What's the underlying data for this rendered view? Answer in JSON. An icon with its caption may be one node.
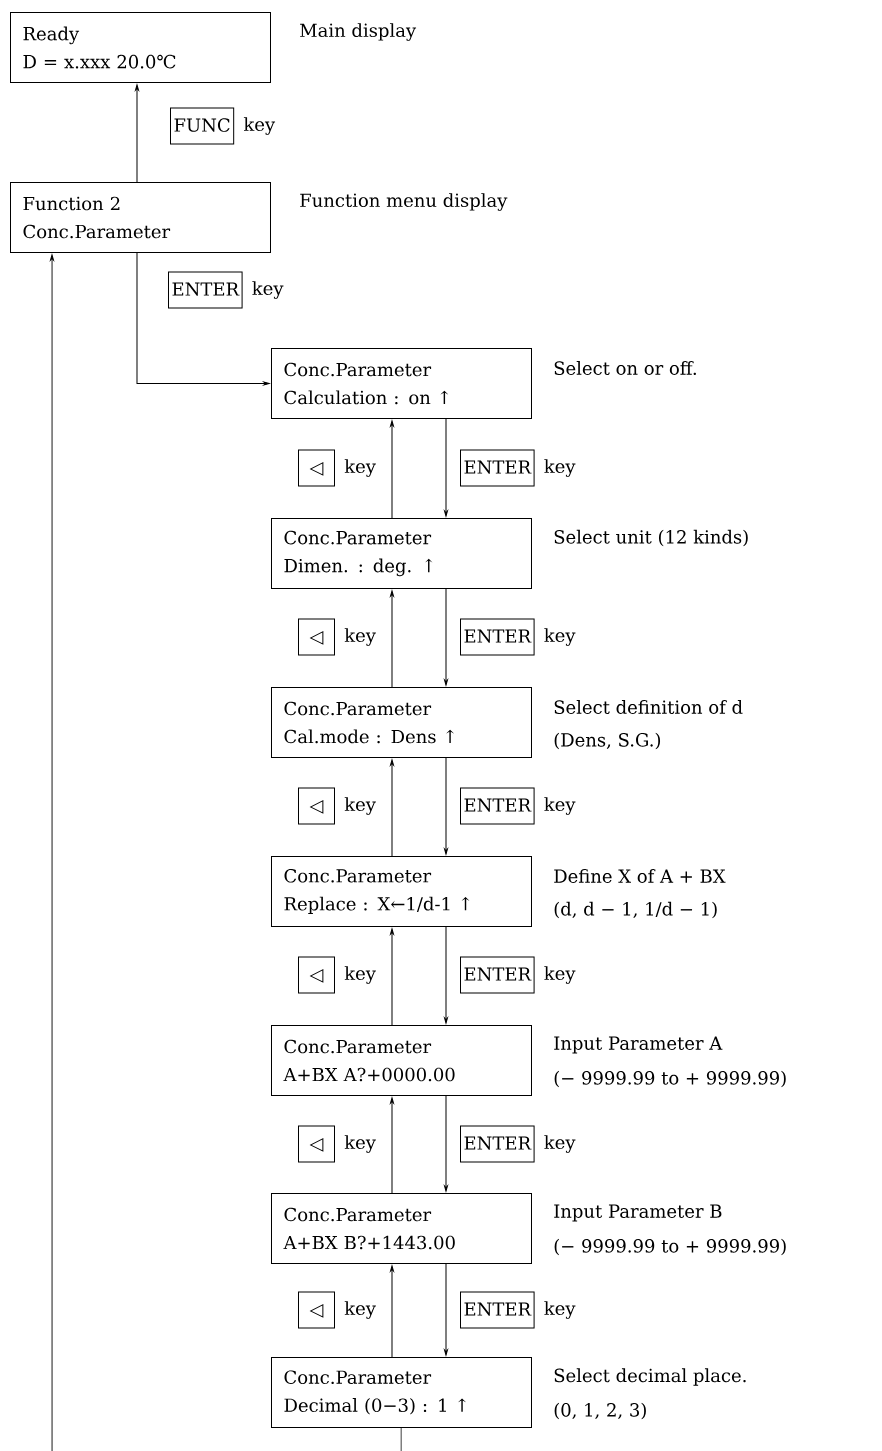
{
  "diagram": {
    "nodes": [
      {
        "text": [
          "Ready",
          "D = x.xxx  20.0℃"
        ],
        "beside": [
          "Main display"
        ]
      },
      {
        "text": [
          "Function 2",
          "Conc.Parameter"
        ],
        "beside": [
          "Function menu display"
        ]
      },
      {
        "text": [
          "Conc.Parameter",
          "Calculation : on ↑"
        ],
        "beside": [
          "Select on or off."
        ]
      },
      {
        "text": [
          "Conc.Parameter",
          "Dimen. : deg. ↑"
        ],
        "beside": [
          "Select unit (12 kinds)"
        ]
      },
      {
        "text": [
          "Conc.Parameter",
          "Cal.mode : Dens ↑"
        ],
        "beside": [
          "Select definition of d",
          "(Dens, S.G.)"
        ]
      },
      {
        "text": [
          "Conc.Parameter",
          "Replace : X←1/d-1 ↑"
        ],
        "beside": [
          "Define X of A + BX",
          "(d, d − 1, 1/d − 1)"
        ]
      },
      {
        "text": [
          "Conc.Parameter",
          "A+BX  A?+0000.00"
        ],
        "beside": [
          "Input Parameter A",
          "(− 9999.99 to + 9999.99)"
        ]
      },
      {
        "text": [
          "Conc.Parameter",
          "A+BX  B?+1443.00"
        ],
        "beside": [
          "Input Parameter B",
          "(− 9999.99 to + 9999.99)"
        ]
      },
      {
        "text": [
          "Conc.Parameter",
          "Decimal (0−3) : 1 ↑"
        ],
        "beside": [
          "Select decimal place.",
          "(0, 1, 2, 3)"
        ]
      }
    ],
    "edges": [
      {
        "from": 1,
        "to": 0,
        "arrow": "to",
        "label": "FUNC"
      },
      {
        "from": 1,
        "to": 2,
        "arrow": "to",
        "label": "ENTER"
      },
      {
        "from": 3,
        "to": 2,
        "arrow": "to",
        "label": "◁"
      },
      {
        "from": 2,
        "to": 3,
        "arrow": "to",
        "label": "ENTER"
      },
      {
        "from": 4,
        "to": 3,
        "arrow": "to",
        "label": "◁"
      },
      {
        "from": 3,
        "to": 4,
        "arrow": "to",
        "label": "ENTER"
      },
      {
        "from": 5,
        "to": 4,
        "arrow": "to",
        "label": "◁"
      },
      {
        "from": 4,
        "to": 5,
        "arrow": "to",
        "label": "ENTER"
      },
      {
        "from": 6,
        "to": 5,
        "arrow": "to",
        "label": "◁"
      },
      {
        "from": 5,
        "to": 6,
        "arrow": "to",
        "label": "ENTER"
      },
      {
        "from": 7,
        "to": 6,
        "arrow": "to",
        "label": "◁"
      },
      {
        "from": 6,
        "to": 7,
        "arrow": "to",
        "label": "ENTER"
      },
      {
        "from": 8,
        "to": 7,
        "arrow": "to",
        "label": "◁"
      },
      {
        "from": 7,
        "to": 8,
        "arrow": "to",
        "label": "ENTER"
      },
      {
        "from": 8,
        "to": null,
        "arrow": "none"
      },
      {
        "from": null,
        "to": 1,
        "arrow": "to"
      }
    ],
    "labels": [
      "key",
      "key",
      "key",
      "key",
      "key",
      "key",
      "key",
      "key",
      "key",
      "key",
      "key",
      "key",
      "key",
      "key"
    ]
  }
}
